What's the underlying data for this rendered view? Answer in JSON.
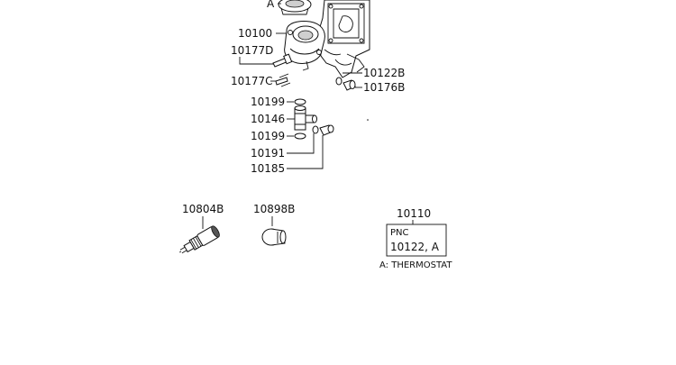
{
  "callouts": {
    "a": "A",
    "p10100": "10100",
    "p10177d": "10177D",
    "p10177c": "10177C",
    "p10199_top": "10199",
    "p10146": "10146",
    "p10199_bottom": "10199",
    "p10191": "10191",
    "p10185": "10185",
    "p10122b": "10122B",
    "p10176b": "10176B",
    "p10804b": "10804B",
    "p10898b": "10898B"
  },
  "pnc_box": {
    "number": "10110",
    "header": "PNC",
    "value": "10122, A"
  },
  "legend": {
    "note": "A: THERMOSTAT"
  }
}
